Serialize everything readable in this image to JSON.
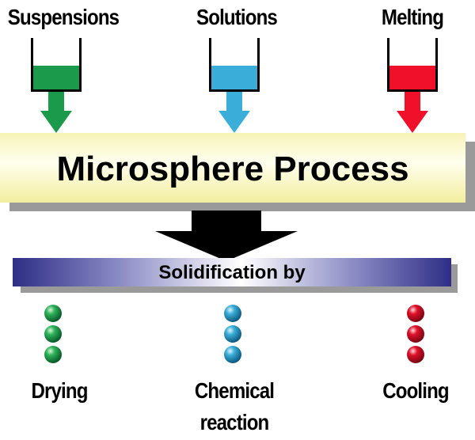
{
  "inputs": [
    {
      "label": "Suspensions",
      "color": "#1a9a4a",
      "icon": "beaker-icon"
    },
    {
      "label": "Solutions",
      "color": "#3aaed8",
      "icon": "beaker-icon"
    },
    {
      "label": "Melting",
      "color": "#f0102a",
      "icon": "beaker-icon"
    }
  ],
  "process": {
    "label": "Microsphere Process"
  },
  "solidification": {
    "label": "Solidification by"
  },
  "outputs": [
    {
      "line1": "Drying",
      "line2": "",
      "color": "#1a9a4a",
      "icon": "sphere-stack-icon"
    },
    {
      "line1": "Chemical",
      "line2": "reaction",
      "color": "#3aaed8",
      "icon": "sphere-stack-icon"
    },
    {
      "line1": "Cooling",
      "line2": "",
      "color": "#e0102a",
      "icon": "sphere-stack-icon"
    }
  ]
}
